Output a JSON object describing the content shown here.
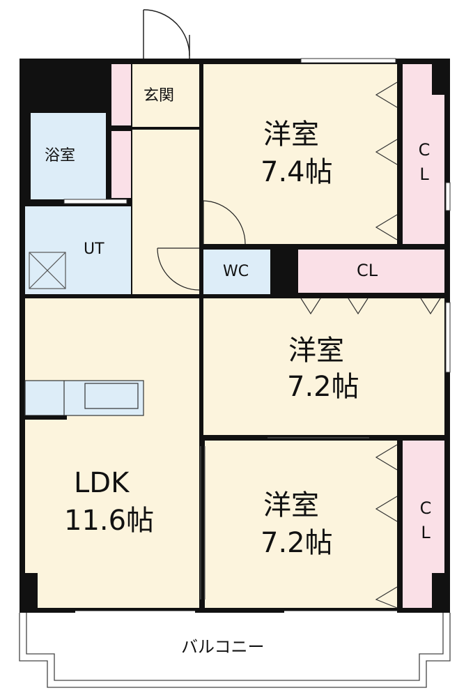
{
  "rooms": {
    "genkan": "玄関",
    "bath": "浴室",
    "utility": "UT",
    "wc": "WC",
    "closet_middle": "CL",
    "closet_top_right": "C\nL",
    "closet_bottom_right": "C\nL",
    "bedroom1": {
      "name": "洋室",
      "size": "7.4帖"
    },
    "bedroom2": {
      "name": "洋室",
      "size": "7.2帖"
    },
    "bedroom3": {
      "name": "洋室",
      "size": "7.2帖"
    },
    "ldk": {
      "name": "LDK",
      "size": "11.6帖"
    },
    "balcony": "バルコニー"
  },
  "colors": {
    "room_fill": "#fcf4dd",
    "wet_fill": "#ddedf8",
    "closet_fill": "#fae0e7",
    "wall": "#111111"
  }
}
